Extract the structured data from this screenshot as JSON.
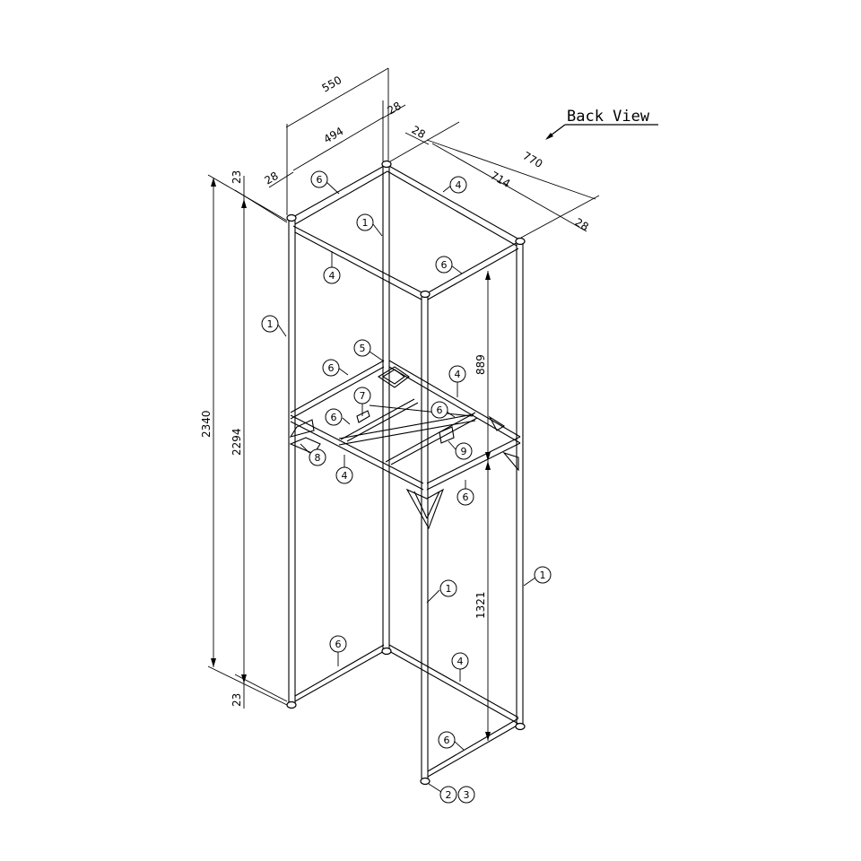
{
  "title": "Back View",
  "dimensions": {
    "top_width_outer": "550",
    "top_width_inner": "494",
    "post_top_right": "28",
    "post_top_left": "28",
    "depth_outer": "770",
    "depth_inner": "714",
    "post_depth_near": "28",
    "post_depth_far": "28",
    "height_total": "2340",
    "height_inner": "2294",
    "cap_top": "23",
    "cap_bottom": "23",
    "upper_section": "889",
    "lower_section": "1321"
  },
  "part_callouts": [
    "1",
    "2",
    "3",
    "4",
    "5",
    "6",
    "7",
    "8",
    "9"
  ],
  "balloons": {
    "b1": "6",
    "b2": "4",
    "b3": "1",
    "b4": "4",
    "b5": "6",
    "b6": "1",
    "b7": "5",
    "b8": "6",
    "b9": "4",
    "b10": "7",
    "b11": "6",
    "b12": "6",
    "b13": "9",
    "b14": "8",
    "b15": "4",
    "b16": "6",
    "b17": "1",
    "b18": "1",
    "b19": "6",
    "b20": "4",
    "b21": "6",
    "b22": "2",
    "b23": "3"
  },
  "colors": {
    "line": "#000000",
    "background": "#ffffff"
  }
}
